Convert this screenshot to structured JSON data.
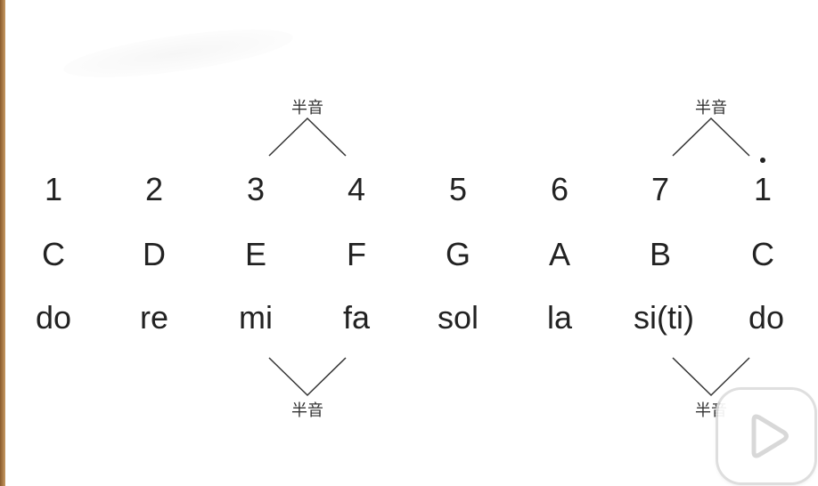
{
  "scale": {
    "numbers": [
      "1",
      "2",
      "3",
      "4",
      "5",
      "6",
      "7",
      "1"
    ],
    "letters": [
      "C",
      "D",
      "E",
      "F",
      "G",
      "A",
      "B",
      "C"
    ],
    "solfege": [
      "do",
      "re",
      "mi",
      "fa",
      "sol",
      "la",
      "si(ti)",
      "do"
    ]
  },
  "semitone_label": "半音",
  "icons": {
    "high_octave_dot": "dot-icon",
    "player_button": "play-icon"
  },
  "colors": {
    "text": "#222222",
    "edge": "#b07a45"
  }
}
